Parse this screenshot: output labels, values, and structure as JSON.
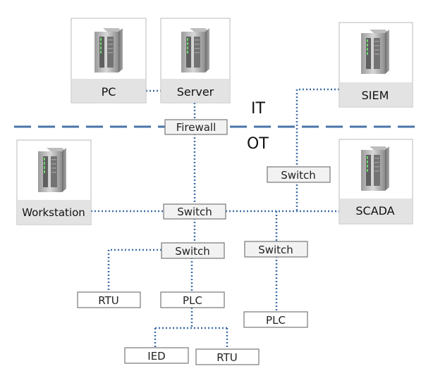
{
  "zones": {
    "it": "IT",
    "ot": "OT"
  },
  "nodes": {
    "pc": "PC",
    "server": "Server",
    "siem": "SIEM",
    "workstation": "Workstation",
    "scada": "SCADA"
  },
  "tags": {
    "firewall": "Firewall",
    "switch_upper_right": "Switch",
    "switch_main": "Switch",
    "switch_lower_left": "Switch",
    "switch_lower_right": "Switch",
    "rtu_left": "RTU",
    "plc_center": "PLC",
    "plc_right": "PLC",
    "ied": "IED",
    "rtu_bottom": "RTU"
  },
  "colors": {
    "link": "#3f6fa8",
    "boundary": "#4a73a8",
    "server_body": "#8a8a8a"
  },
  "icons": {
    "node_icon": "server-tower-icon"
  }
}
